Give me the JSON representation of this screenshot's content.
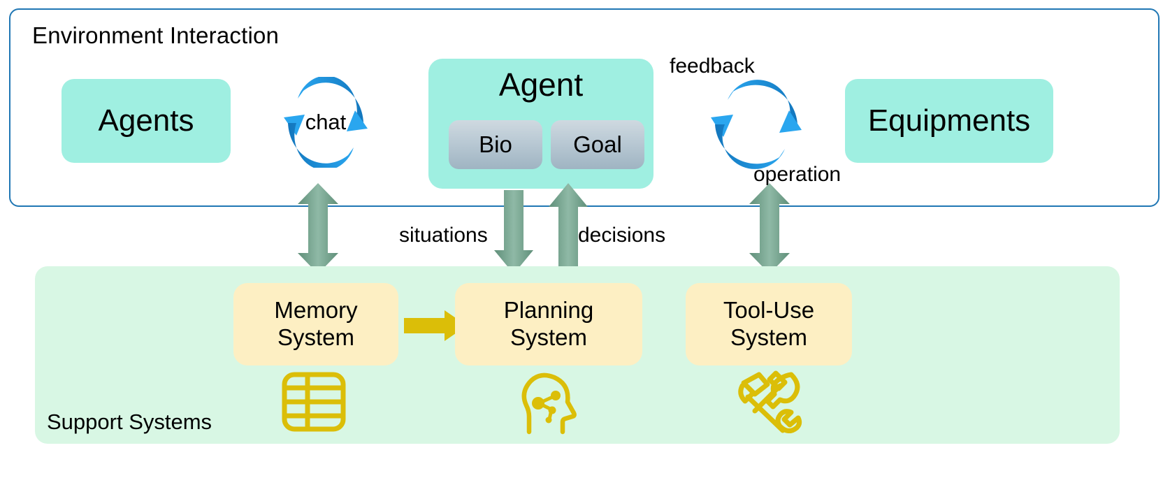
{
  "diagram": {
    "environment": {
      "title": "Environment Interaction",
      "border_color": "#2077b4",
      "agents_box": {
        "label": "Agents",
        "color": "#9fefe1"
      },
      "equipments_box": {
        "label": "Equipments",
        "color": "#9fefe1"
      },
      "agent": {
        "label": "Agent",
        "color": "#9fefe1",
        "sub_boxes": [
          {
            "label": "Bio"
          },
          {
            "label": "Goal"
          }
        ]
      },
      "cycles": [
        {
          "name": "chat-cycle",
          "center_label": "chat",
          "top_caption": "",
          "bottom_caption": "",
          "color": "#1b8bd0"
        },
        {
          "name": "feedback-operation-cycle",
          "center_label": "",
          "top_caption": "feedback",
          "bottom_caption": "operation",
          "color": "#1b8bd0"
        }
      ]
    },
    "support": {
      "title": "Support Systems",
      "panel_color": "#d8f7e4",
      "systems": [
        {
          "name": "memory-system",
          "line1": "Memory",
          "line2": "System",
          "icon": "table-icon"
        },
        {
          "name": "planning-system",
          "line1": "Planning",
          "line2": "System",
          "icon": "head-network-icon"
        },
        {
          "name": "tool-use-system",
          "line1": "Tool-Use",
          "line2": "System",
          "icon": "hammer-wrench-icon"
        }
      ],
      "box_color": "#fdefc3",
      "icon_color": "#dbbe08"
    },
    "flows": [
      {
        "name": "memory-link",
        "label": "",
        "style": "double-headed",
        "color": "#7ca993"
      },
      {
        "name": "situations-flow",
        "label": "situations",
        "style": "down",
        "color": "#7ca993"
      },
      {
        "name": "decisions-flow",
        "label": "decisions",
        "style": "up",
        "color": "#7ca993"
      },
      {
        "name": "tool-use-link",
        "label": "",
        "style": "double-headed",
        "color": "#7ca993"
      },
      {
        "name": "memory-to-planning",
        "label": "",
        "style": "right",
        "color": "#dbbe08"
      }
    ]
  }
}
